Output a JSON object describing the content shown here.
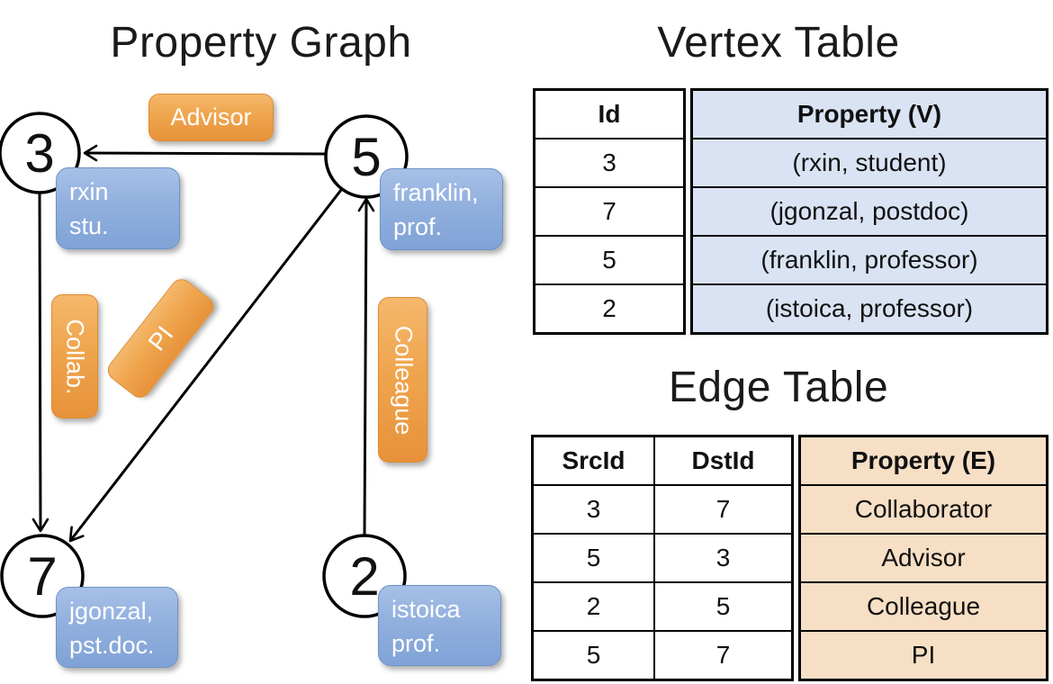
{
  "graph": {
    "title": "Property Graph",
    "nodes": [
      {
        "id": "3",
        "label_line1": "rxin",
        "label_line2": "stu."
      },
      {
        "id": "5",
        "label_line1": "franklin,",
        "label_line2": "prof."
      },
      {
        "id": "7",
        "label_line1": "jgonzal,",
        "label_line2": "pst.doc."
      },
      {
        "id": "2",
        "label_line1": "istoica",
        "label_line2": "prof."
      }
    ],
    "edge_labels": {
      "advisor": "Advisor",
      "collab": "Collab.",
      "pi": "PI",
      "colleague": "Colleague"
    }
  },
  "vertex_table": {
    "title": "Vertex Table",
    "columns": {
      "id": "Id",
      "property": "Property (V)"
    },
    "rows": [
      {
        "id": "3",
        "property": "(rxin, student)"
      },
      {
        "id": "7",
        "property": "(jgonzal, postdoc)"
      },
      {
        "id": "5",
        "property": "(franklin, professor)"
      },
      {
        "id": "2",
        "property": "(istoica, professor)"
      }
    ]
  },
  "edge_table": {
    "title": "Edge Table",
    "columns": {
      "src": "SrcId",
      "dst": "DstId",
      "property": "Property (E)"
    },
    "rows": [
      {
        "src": "3",
        "dst": "7",
        "property": "Collaborator"
      },
      {
        "src": "5",
        "dst": "3",
        "property": "Advisor"
      },
      {
        "src": "2",
        "dst": "5",
        "property": "Colleague"
      },
      {
        "src": "5",
        "dst": "7",
        "property": "PI"
      }
    ]
  },
  "colors": {
    "edge_label_orange": "#efa54d",
    "vertex_label_blue": "#92b0de",
    "vertex_table_fill": "#dae3f3",
    "edge_table_fill": "#f6dfc5",
    "line_black": "#000000"
  }
}
